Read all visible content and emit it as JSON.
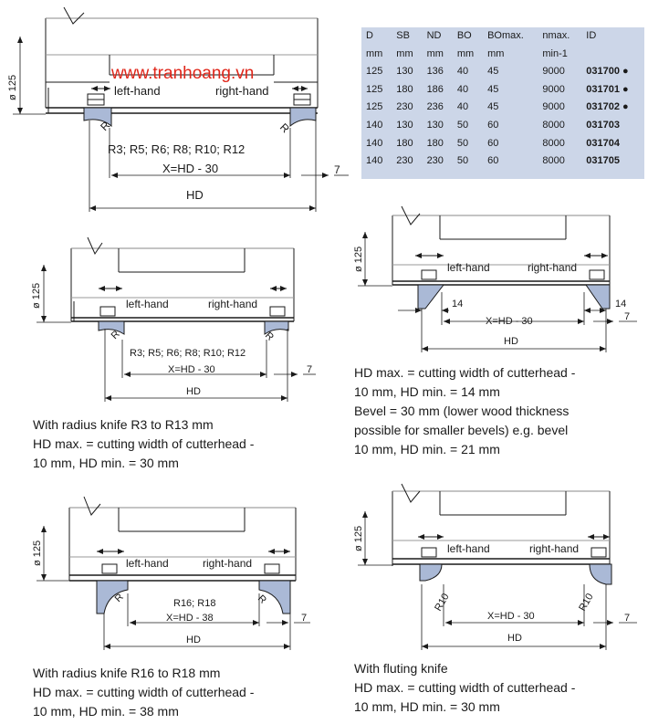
{
  "watermark": "www.tranhoang.vn",
  "spec_table": {
    "headers": [
      "D",
      "SB",
      "ND",
      "BO",
      "BOmax.",
      "nmax.",
      "ID"
    ],
    "units": [
      "mm",
      "mm",
      "mm",
      "mm",
      "mm",
      "min-1",
      ""
    ],
    "rows": [
      [
        "125",
        "130",
        "136",
        "40",
        "45",
        "9000",
        "031700 ●"
      ],
      [
        "125",
        "180",
        "186",
        "40",
        "45",
        "9000",
        "031701 ●"
      ],
      [
        "125",
        "230",
        "236",
        "40",
        "45",
        "9000",
        "031702 ●"
      ],
      [
        "140",
        "130",
        "130",
        "50",
        "60",
        "8000",
        "031703"
      ],
      [
        "140",
        "180",
        "180",
        "50",
        "60",
        "8000",
        "031704"
      ],
      [
        "140",
        "230",
        "230",
        "50",
        "60",
        "8000",
        "031705"
      ]
    ]
  },
  "labels": {
    "diameter": "ø 125",
    "left_hand": "left-hand",
    "right_hand": "right-hand",
    "radius": "R",
    "r10": "R10",
    "hd": "HD",
    "x_hd_30": "X=HD - 30",
    "x_hd_38": "X=HD - 38",
    "seven": "7",
    "fourteen": "14",
    "radius_list_small": "R3; R5; R6; R8; R10; R12",
    "radius_list_large": "R16; R18"
  },
  "captions": {
    "radius_small": [
      "With radius knife R3 to R13 mm",
      "HD max. = cutting width of cutterhead -",
      "10 mm, HD min. = 30 mm"
    ],
    "bevel": [
      "HD max. = cutting width of cutterhead -",
      "10 mm, HD min. = 14 mm",
      "Bevel = 30 mm (lower wood thickness",
      "possible for smaller bevels) e.g. bevel",
      "10 mm, HD min. = 21 mm"
    ],
    "radius_large": [
      "With radius knife R16 to R18 mm",
      "HD max. = cutting width of cutterhead -",
      "10 mm, HD min. = 38 mm"
    ],
    "fluting": [
      "With fluting knife",
      "HD max. = cutting width of cutterhead -",
      "10 mm, HD min. = 30 mm"
    ]
  }
}
